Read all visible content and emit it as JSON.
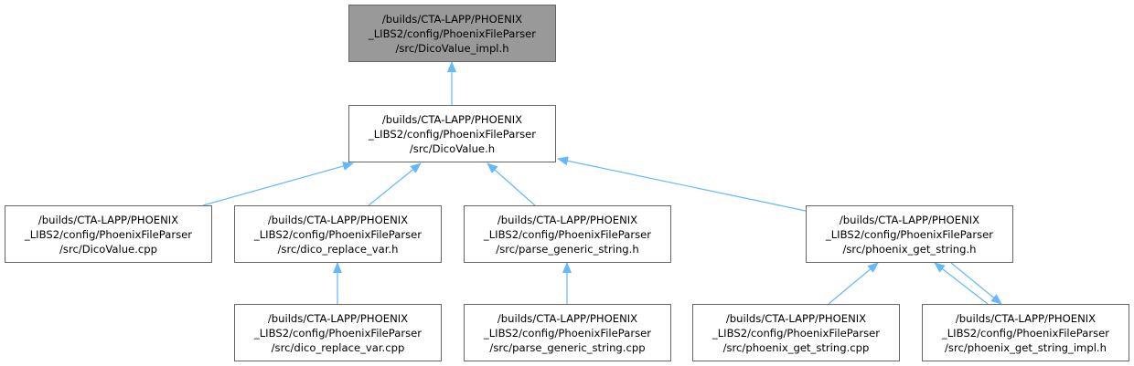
{
  "colors": {
    "edge": "#63b8ff",
    "node_border": "#666666",
    "focus_fill": "#999999"
  },
  "nodes": [
    {
      "id": "dicovalue_impl",
      "lines": [
        "/builds/CTA-LAPP/PHOENIX",
        "_LIBS2/config/PhoenixFileParser",
        "/src/DicoValue_impl.h"
      ],
      "focus": true
    },
    {
      "id": "dicovalue_h",
      "lines": [
        "/builds/CTA-LAPP/PHOENIX",
        "_LIBS2/config/PhoenixFileParser",
        "/src/DicoValue.h"
      ]
    },
    {
      "id": "dicovalue_cpp",
      "lines": [
        "/builds/CTA-LAPP/PHOENIX",
        "_LIBS2/config/PhoenixFileParser",
        "/src/DicoValue.cpp"
      ]
    },
    {
      "id": "dico_replace_var_h",
      "lines": [
        "/builds/CTA-LAPP/PHOENIX",
        "_LIBS2/config/PhoenixFileParser",
        "/src/dico_replace_var.h"
      ]
    },
    {
      "id": "parse_generic_string_h",
      "lines": [
        "/builds/CTA-LAPP/PHOENIX",
        "_LIBS2/config/PhoenixFileParser",
        "/src/parse_generic_string.h"
      ]
    },
    {
      "id": "phoenix_get_string_h",
      "lines": [
        "/builds/CTA-LAPP/PHOENIX",
        "_LIBS2/config/PhoenixFileParser",
        "/src/phoenix_get_string.h"
      ]
    },
    {
      "id": "dico_replace_var_cpp",
      "lines": [
        "/builds/CTA-LAPP/PHOENIX",
        "_LIBS2/config/PhoenixFileParser",
        "/src/dico_replace_var.cpp"
      ]
    },
    {
      "id": "parse_generic_string_cpp",
      "lines": [
        "/builds/CTA-LAPP/PHOENIX",
        "_LIBS2/config/PhoenixFileParser",
        "/src/parse_generic_string.cpp"
      ]
    },
    {
      "id": "phoenix_get_string_cpp",
      "lines": [
        "/builds/CTA-LAPP/PHOENIX",
        "_LIBS2/config/PhoenixFileParser",
        "/src/phoenix_get_string.cpp"
      ]
    },
    {
      "id": "phoenix_get_string_impl_h",
      "lines": [
        "/builds/CTA-LAPP/PHOENIX",
        "_LIBS2/config/PhoenixFileParser",
        "/src/phoenix_get_string_impl.h"
      ]
    }
  ],
  "edges": [
    {
      "from": "dicovalue_h",
      "to": "dicovalue_impl"
    },
    {
      "from": "dicovalue_cpp",
      "to": "dicovalue_h"
    },
    {
      "from": "dico_replace_var_h",
      "to": "dicovalue_h"
    },
    {
      "from": "parse_generic_string_h",
      "to": "dicovalue_h"
    },
    {
      "from": "phoenix_get_string_h",
      "to": "dicovalue_h"
    },
    {
      "from": "dico_replace_var_cpp",
      "to": "dico_replace_var_h"
    },
    {
      "from": "parse_generic_string_cpp",
      "to": "parse_generic_string_h"
    },
    {
      "from": "phoenix_get_string_cpp",
      "to": "phoenix_get_string_h"
    },
    {
      "from": "phoenix_get_string_impl_h",
      "to": "phoenix_get_string_h"
    },
    {
      "from": "phoenix_get_string_h",
      "to": "phoenix_get_string_impl_h"
    }
  ]
}
